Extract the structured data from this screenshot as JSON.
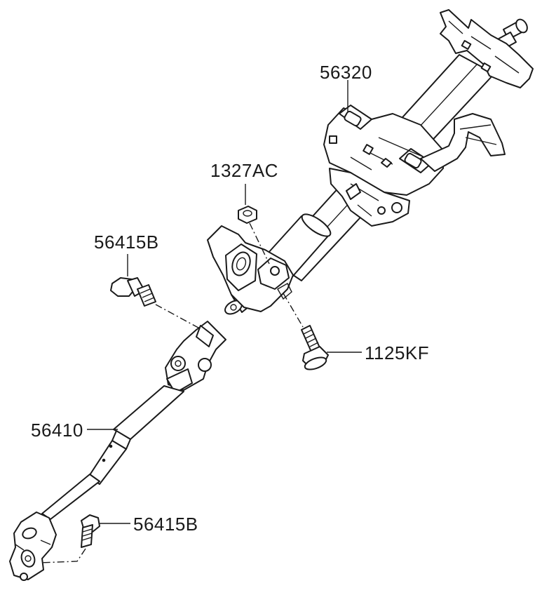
{
  "diagram": {
    "labels": {
      "column": "56320",
      "nut": "1327AC",
      "bolt_upper": "56415B",
      "bolt_mount": "1125KF",
      "shaft": "56410",
      "bolt_lower": "56415B"
    }
  }
}
